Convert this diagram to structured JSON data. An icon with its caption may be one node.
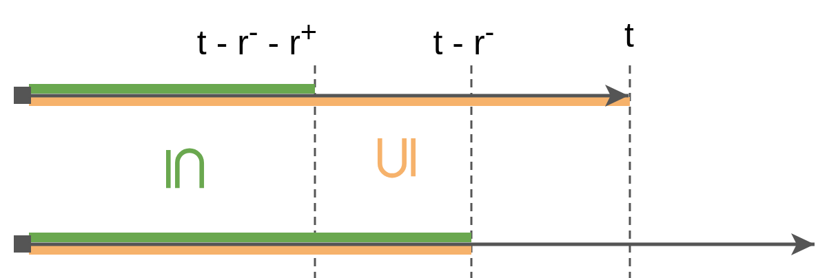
{
  "diagram": {
    "labels": [
      "t - r$^{-}$ - r$^{+}$",
      "t - r$^{-}$",
      "t",
      "⊆",
      "⊆"
    ]
  }
}
